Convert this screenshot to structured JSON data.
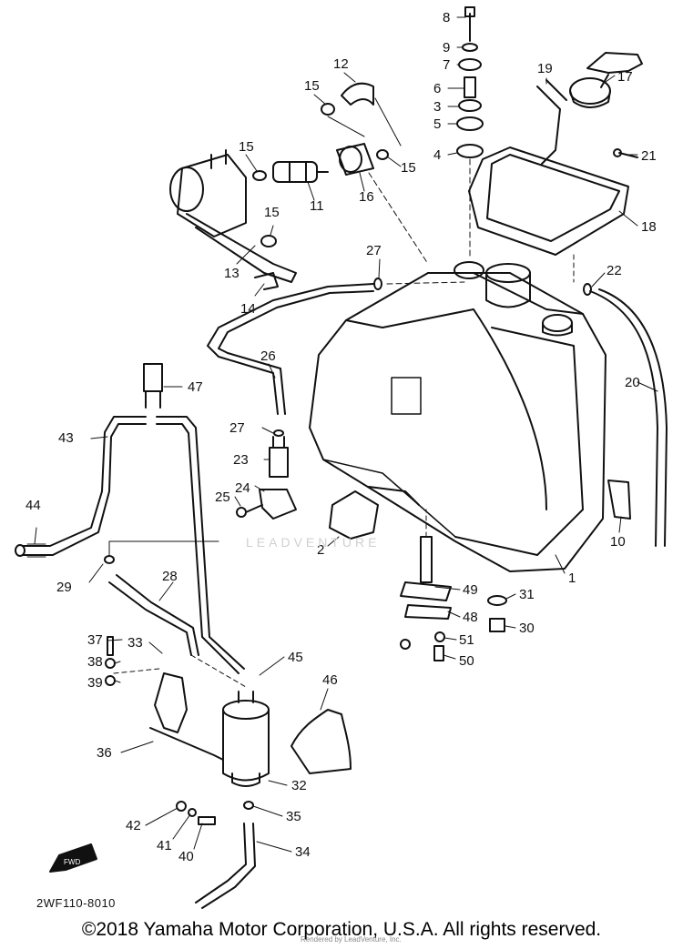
{
  "diagram": {
    "drawing_code": "2WF110-8010",
    "copyright": "©2018 Yamaha Motor Corporation, U.S.A. All rights reserved.",
    "rendered_by": "Rendered by LeadVenture, Inc.",
    "watermark": "LEADVENTURE",
    "fwd_label": "FWD",
    "callouts": [
      {
        "id": "c8",
        "text": "8"
      },
      {
        "id": "c9",
        "text": "9"
      },
      {
        "id": "c7",
        "text": "7"
      },
      {
        "id": "c6",
        "text": "6"
      },
      {
        "id": "c3",
        "text": "3"
      },
      {
        "id": "c5",
        "text": "5"
      },
      {
        "id": "c4",
        "text": "4"
      },
      {
        "id": "c12",
        "text": "12"
      },
      {
        "id": "c15a",
        "text": "15"
      },
      {
        "id": "c15b",
        "text": "15"
      },
      {
        "id": "c15c",
        "text": "15"
      },
      {
        "id": "c15d",
        "text": "15"
      },
      {
        "id": "c11",
        "text": "11"
      },
      {
        "id": "c16",
        "text": "16"
      },
      {
        "id": "c13",
        "text": "13"
      },
      {
        "id": "c14",
        "text": "14"
      },
      {
        "id": "c19",
        "text": "19"
      },
      {
        "id": "c17",
        "text": "17"
      },
      {
        "id": "c21",
        "text": "21"
      },
      {
        "id": "c18",
        "text": "18"
      },
      {
        "id": "c27a",
        "text": "27"
      },
      {
        "id": "c22",
        "text": "22"
      },
      {
        "id": "c26",
        "text": "26"
      },
      {
        "id": "c20",
        "text": "20"
      },
      {
        "id": "c47",
        "text": "47"
      },
      {
        "id": "c43",
        "text": "43"
      },
      {
        "id": "c27b",
        "text": "27"
      },
      {
        "id": "c23",
        "text": "23"
      },
      {
        "id": "c24",
        "text": "24"
      },
      {
        "id": "c25",
        "text": "25"
      },
      {
        "id": "c44",
        "text": "44"
      },
      {
        "id": "c2",
        "text": "2"
      },
      {
        "id": "c10",
        "text": "10"
      },
      {
        "id": "c1",
        "text": "1"
      },
      {
        "id": "c29",
        "text": "29"
      },
      {
        "id": "c28",
        "text": "28"
      },
      {
        "id": "c49",
        "text": "49"
      },
      {
        "id": "c31",
        "text": "31"
      },
      {
        "id": "c48",
        "text": "48"
      },
      {
        "id": "c30",
        "text": "30"
      },
      {
        "id": "c37",
        "text": "37"
      },
      {
        "id": "c33",
        "text": "33"
      },
      {
        "id": "c51",
        "text": "51"
      },
      {
        "id": "c38",
        "text": "38"
      },
      {
        "id": "c45",
        "text": "45"
      },
      {
        "id": "c50",
        "text": "50"
      },
      {
        "id": "c39",
        "text": "39"
      },
      {
        "id": "c46",
        "text": "46"
      },
      {
        "id": "c36",
        "text": "36"
      },
      {
        "id": "c32",
        "text": "32"
      },
      {
        "id": "c42",
        "text": "42"
      },
      {
        "id": "c35",
        "text": "35"
      },
      {
        "id": "c41",
        "text": "41"
      },
      {
        "id": "c40",
        "text": "40"
      },
      {
        "id": "c34",
        "text": "34"
      }
    ]
  }
}
